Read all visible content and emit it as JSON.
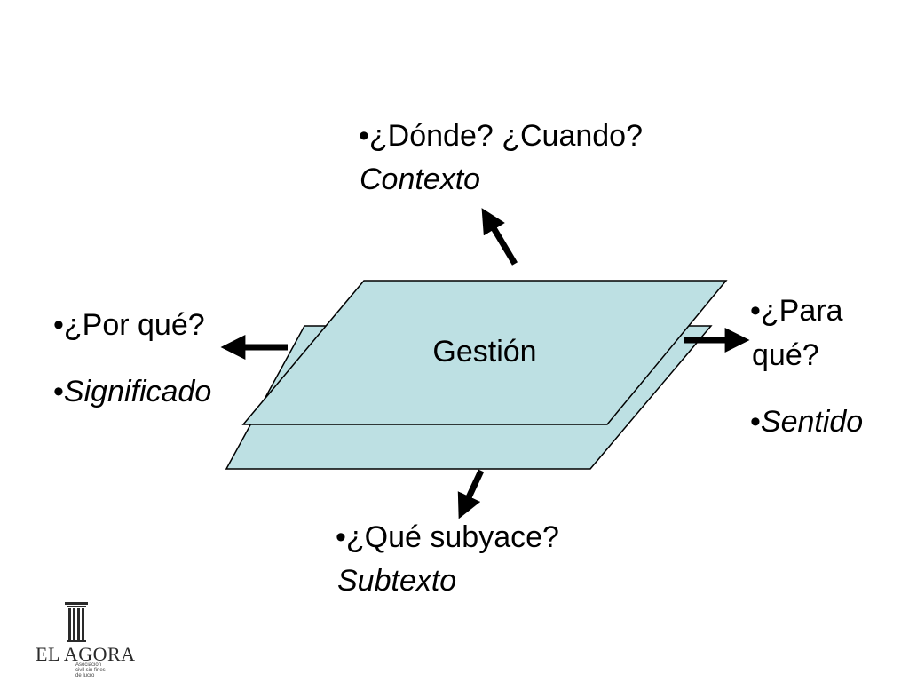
{
  "colors": {
    "plane_fill": "#bde0e3",
    "plane_stroke": "#000000",
    "arrow": "#000000",
    "text": "#000000"
  },
  "center": {
    "label": "Gestión"
  },
  "top": {
    "line1": "•¿Dónde? ¿Cuando?",
    "line2": "Contexto"
  },
  "left": {
    "line1": "•¿Por qué?",
    "line2_bullet": "•",
    "line2": "Significado"
  },
  "right": {
    "line1": "•¿Para",
    "line1b": "qué?",
    "line2_bullet": "•",
    "line2": "Sentido"
  },
  "bottom": {
    "line1": "•¿Qué subyace?",
    "line2": "Subtexto"
  },
  "logo": {
    "name": "EL AGORA",
    "tagline": "Asociación civil sin fines de lucro",
    "icon": "column-icon"
  }
}
